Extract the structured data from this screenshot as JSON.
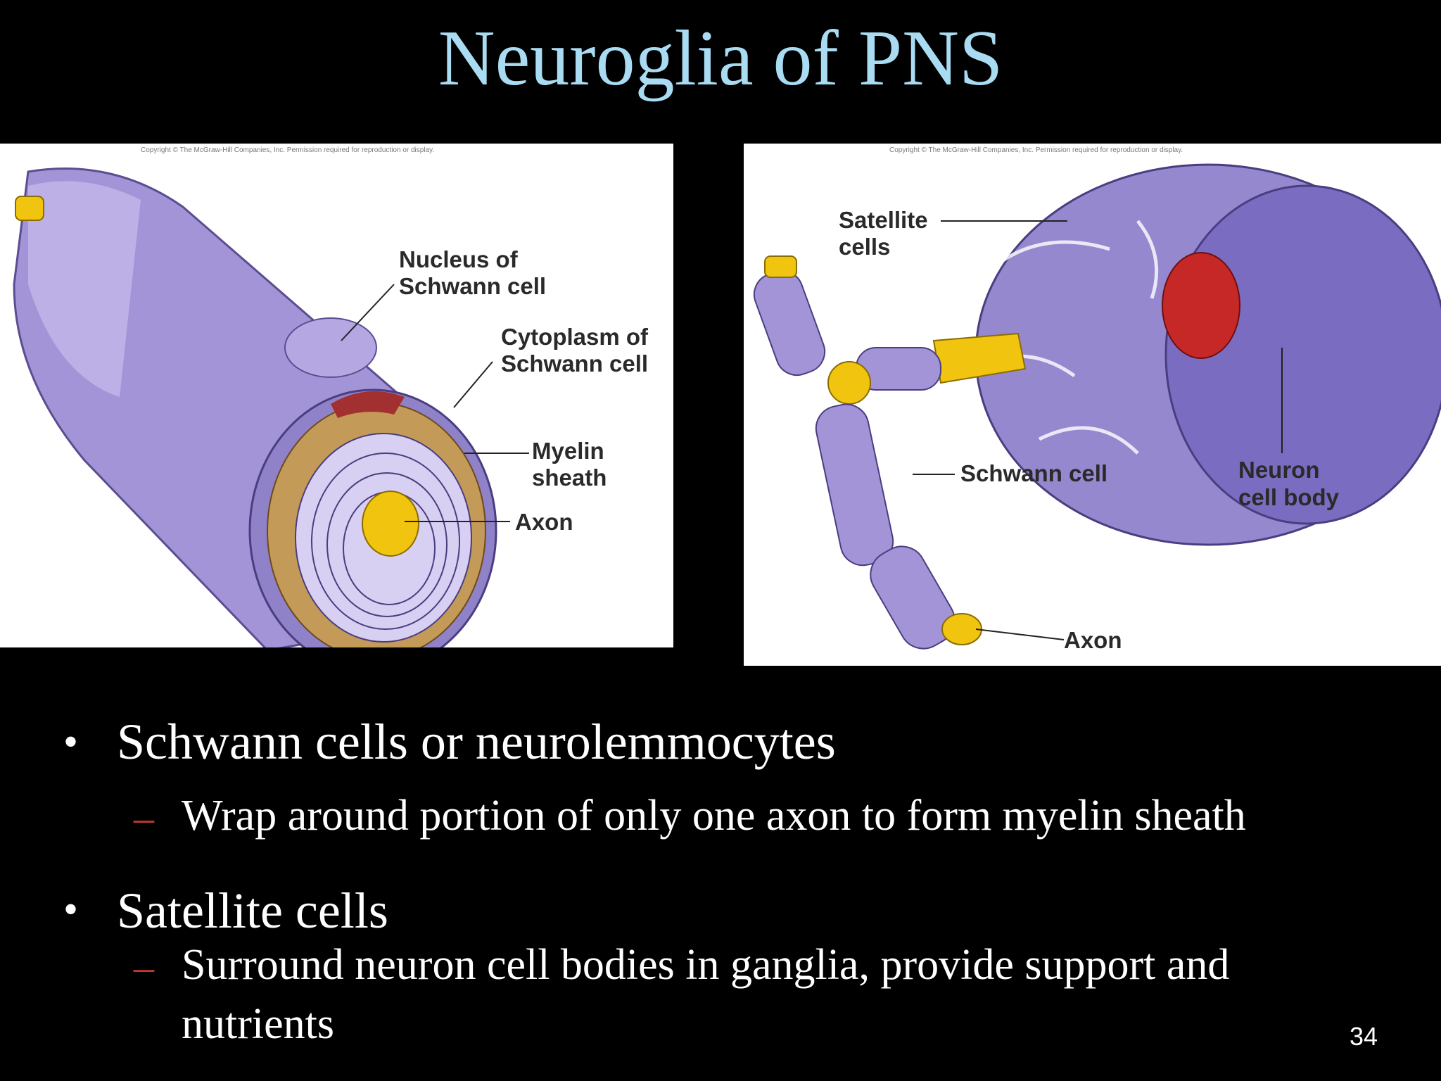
{
  "slide": {
    "title": "Neuroglia of PNS",
    "page_number": "34"
  },
  "figure_left": {
    "copyright": "Copyright © The McGraw-Hill Companies, Inc. Permission required for reproduction or display.",
    "labels": {
      "nucleus_line1": "Nucleus of",
      "nucleus_line2": "Schwann cell",
      "cytoplasm_line1": "Cytoplasm of",
      "cytoplasm_line2": "Schwann cell",
      "myelin_line1": "Myelin",
      "myelin_line2": "sheath",
      "axon": "Axon"
    }
  },
  "figure_right": {
    "copyright": "Copyright © The McGraw-Hill Companies, Inc. Permission required for reproduction or display.",
    "labels": {
      "satellite_line1": "Satellite",
      "satellite_line2": "cells",
      "schwann": "Schwann cell",
      "neuron_line1": "Neuron",
      "neuron_line2": "cell body",
      "axon": "Axon"
    }
  },
  "bullets": [
    {
      "text": "Schwann cells or neurolemmocytes",
      "sub": [
        "Wrap around portion of only one axon to form myelin sheath"
      ]
    },
    {
      "text": "Satellite cells",
      "sub": [
        "Surround neuron cell bodies in ganglia, provide support and",
        "nutrients"
      ]
    }
  ],
  "colors": {
    "title": "#a9dcf3",
    "dash": "#c0392b",
    "cell_purple": "#9b8fd1",
    "axon_yellow": "#f1c40f",
    "nucleus_red": "#c62828"
  }
}
